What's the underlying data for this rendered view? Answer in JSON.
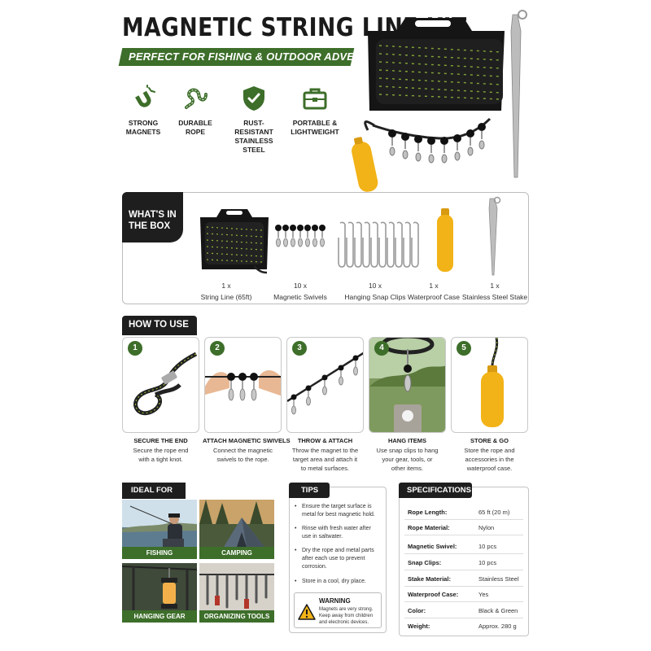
{
  "header": {
    "title": "MAGNETIC STRING LINE KIT",
    "subtitle": "PERFECT FOR FISHING & OUTDOOR ADVENTURES"
  },
  "features": [
    {
      "icon": "magnet-icon",
      "label_1": "STRONG",
      "label_2": "MAGNETS"
    },
    {
      "icon": "rope-icon",
      "label_1": "DURABLE",
      "label_2": "ROPE"
    },
    {
      "icon": "shield-check-icon",
      "label_1": "RUST-RESISTANT",
      "label_2": "STAINLESS STEEL"
    },
    {
      "icon": "briefcase-icon",
      "label_1": "PORTABLE &",
      "label_2": "LIGHTWEIGHT"
    }
  ],
  "box": {
    "tag_line_1": "WHAT'S IN",
    "tag_line_2": "THE BOX",
    "items": [
      {
        "qty": "1 x",
        "name": "String Line (65ft)"
      },
      {
        "qty": "10 x",
        "name": "Magnetic Swivels"
      },
      {
        "qty": "10 x",
        "name": "Hanging Snap Clips"
      },
      {
        "qty": "1 x",
        "name": "Waterproof Case"
      },
      {
        "qty": "1 x",
        "name": "Stainless Steel Stake"
      }
    ]
  },
  "how_to_use": {
    "tag": "HOW TO USE",
    "steps": [
      {
        "num": "1",
        "title": "SECURE THE END",
        "desc_1": "Secure the rope end",
        "desc_2": "with a tight knot.",
        "desc_3": ""
      },
      {
        "num": "2",
        "title": "ATTACH MAGNETIC SWIVELS",
        "desc_1": "Connect the magnetic",
        "desc_2": "swivels to the rope.",
        "desc_3": ""
      },
      {
        "num": "3",
        "title": "THROW & ATTACH",
        "desc_1": "Throw the magnet to the",
        "desc_2": "target area and attach it",
        "desc_3": "to metal surfaces."
      },
      {
        "num": "4",
        "title": "HANG ITEMS",
        "desc_1": "Use snap clips to hang",
        "desc_2": "your gear, tools, or",
        "desc_3": "other items."
      },
      {
        "num": "5",
        "title": "STORE & GO",
        "desc_1": "Store the rope and",
        "desc_2": "accessories in the",
        "desc_3": "waterproof case."
      }
    ]
  },
  "ideal_for": {
    "tag": "IDEAL FOR",
    "tiles": [
      "FISHING",
      "CAMPING",
      "HANGING GEAR",
      "ORGANIZING TOOLS"
    ]
  },
  "tips": {
    "tag": "TIPS",
    "items": [
      {
        "l1": "Ensure the target surface is",
        "l2": "metal for best magnetic hold.",
        "l3": ""
      },
      {
        "l1": "Rinse with fresh water after",
        "l2": "use in saltwater.",
        "l3": ""
      },
      {
        "l1": "Dry the rope and metal parts",
        "l2": "after each use to prevent",
        "l3": "corrosion."
      },
      {
        "l1": "Store in a cool, dry place.",
        "l2": "",
        "l3": ""
      }
    ],
    "warning_title": "WARNING",
    "warning_text": "Magnets are very strong. Keep away from children and electronic devices."
  },
  "specifications": {
    "tag": "SPECIFICATIONS",
    "rows": [
      {
        "key": "Rope Length:",
        "value": "65 ft (20 m)"
      },
      {
        "key": "Rope Material:",
        "value": "Nylon"
      },
      {
        "key": "Magnetic Swivel:",
        "value": "10 pcs"
      },
      {
        "key": "Snap Clips:",
        "value": "10 pcs"
      },
      {
        "key": "Stake Material:",
        "value": "Stainless Steel"
      },
      {
        "key": "Waterproof Case:",
        "value": "Yes"
      },
      {
        "key": "Color:",
        "value": "Black & Green"
      },
      {
        "key": "Weight:",
        "value": "Approx. 280 g"
      }
    ]
  },
  "colors": {
    "accent_green": "#3d6e2a",
    "dark": "#1e1e1e",
    "case_yellow": "#f2b318"
  }
}
